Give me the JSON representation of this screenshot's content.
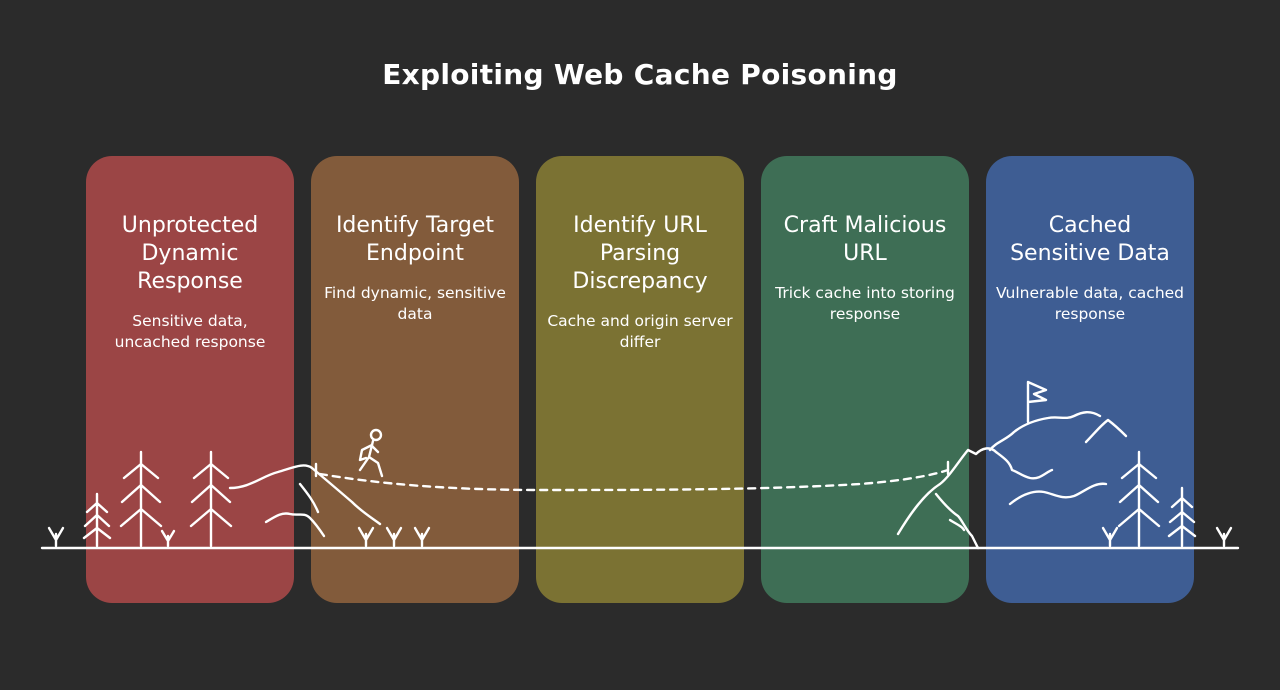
{
  "title": "Exploiting Web Cache Poisoning",
  "steps": [
    {
      "title": "Unprotected Dynamic Response",
      "description": "Sensitive data, uncached response",
      "color": "#9b4545"
    },
    {
      "title": "Identify Target Endpoint",
      "description": "Find dynamic, sensitive data",
      "color": "#825b3b"
    },
    {
      "title": "Identify URL Parsing Discrepancy",
      "description": "Cache and origin server differ",
      "color": "#7b7233"
    },
    {
      "title": "Craft Malicious URL",
      "description": "Trick cache into storing response",
      "color": "#3e6e55"
    },
    {
      "title": "Cached Sensitive Data",
      "description": "Vulnerable data, cached response",
      "color": "#3e5d93"
    }
  ],
  "icons": [
    "tree-icon",
    "hiker-icon",
    "mountain-icon",
    "flag-icon",
    "grass-icon"
  ]
}
